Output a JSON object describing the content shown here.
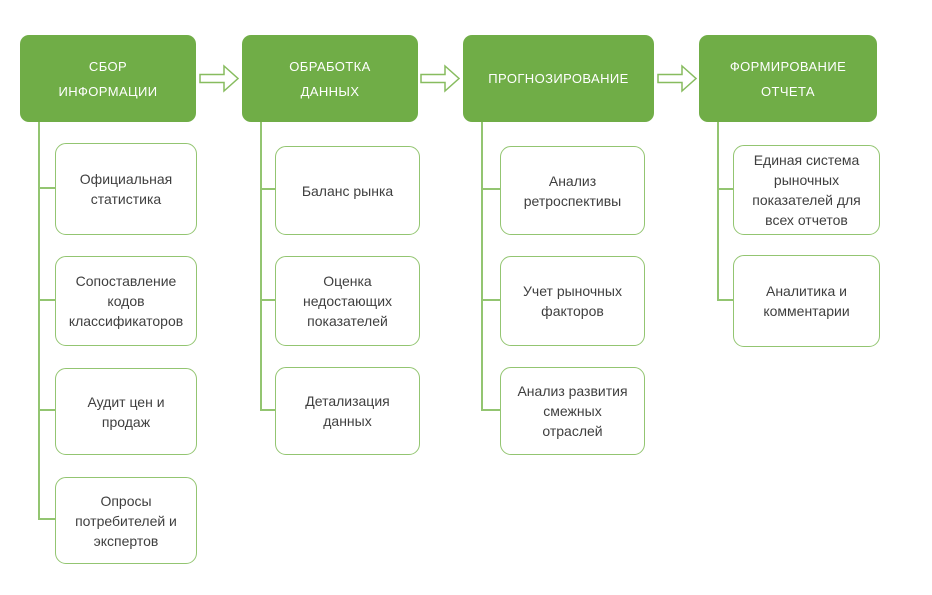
{
  "diagram": {
    "colors": {
      "stage_fill": "#70AD47",
      "stage_text": "#FFFFFF",
      "item_border": "#93C571",
      "item_text": "#3F3F3F",
      "connector": "#93C571",
      "arrow_outline": "#87BC5F"
    },
    "stages": [
      {
        "label": "СБОР\nИНФОРМАЦИИ",
        "items": [
          "Официальная\nстатистика",
          "Сопоставление\nкодов\nклассификаторов",
          "Аудит цен и\nпродаж",
          "Опросы\nпотребителей и\nэкспертов"
        ]
      },
      {
        "label": "ОБРАБОТКА\nДАННЫХ",
        "items": [
          "Баланс рынка",
          "Оценка\nнедостающих\nпоказателей",
          "Детализация\nданных"
        ]
      },
      {
        "label": "ПРОГНОЗИРОВАНИЕ",
        "items": [
          "Анализ\nретроспективы",
          "Учет рыночных\nфакторов",
          "Анализ развития\nсмежных\nотраслей"
        ]
      },
      {
        "label": "ФОРМИРОВАНИЕ\nОТЧЕТА",
        "items": [
          "Единая система\nрыночных\nпоказателей для\nвсех отчетов",
          "Аналитика и\nкомментарии"
        ]
      }
    ]
  }
}
